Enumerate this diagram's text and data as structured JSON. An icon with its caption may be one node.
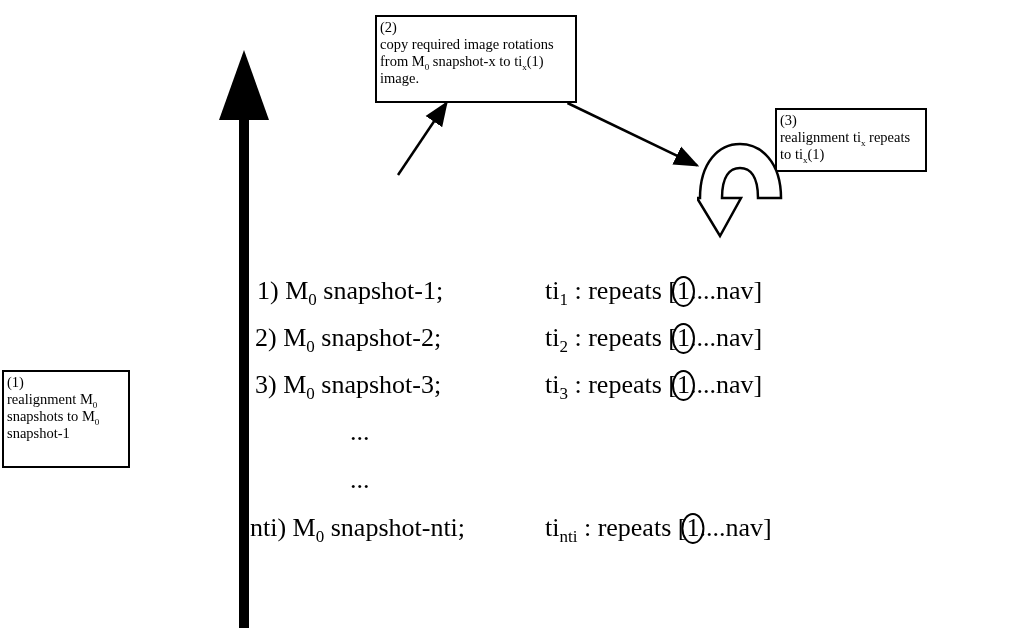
{
  "diagram": {
    "nodes": [
      {
        "text": [
          "(1)",
          "realignment M$_{0}$ snapshots to M$_{0}$ snapshot-1"
        ]
      },
      {
        "text": [
          "(2)",
          "copy required image rotations from M$_{0}$ snapshot-x to ti$_{x}$(1) image."
        ]
      },
      {
        "text": [
          "(3)",
          "realignment ti$_{x}$ repeats to ti$_{x}$(1)"
        ]
      },
      {
        "text": [],
        "shape": "arrow"
      }
    ],
    "edges": [
      {
        "from": null,
        "to": 1,
        "arrow": "to"
      },
      {
        "from": 1,
        "to": 3,
        "arrow": "to"
      }
    ],
    "labels": [
      "1) M$_{0}$ snapshot-1;",
      "ti$_{1}$ : repeats [1....nav]",
      "2) M$_{0}$ snapshot-2;",
      "ti$_{2}$ : repeats [1....nav]",
      "3) M$_{0}$ snapshot-3;",
      "ti$_{3}$ : repeats [1....nav]",
      "...",
      "...",
      "nti) M$_{0}$ snapshot-nti;",
      "ti$_{nti}$ : repeats [1....nav]"
    ]
  }
}
